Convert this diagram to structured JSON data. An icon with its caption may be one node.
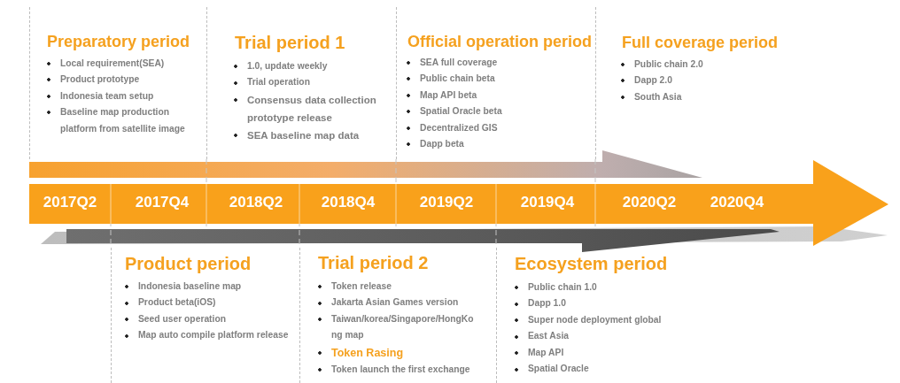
{
  "diagram": {
    "nodes": [
      {
        "text": [
          "Preparatory period",
          "Local requirement(SEA)",
          "Product prototype",
          "Indonesia team setup",
          "Baseline map production platform from satellite image"
        ]
      },
      {
        "text": [
          "Trial period 1",
          "1.0, update weekly",
          "Trial operation",
          "Consensus data collection prototype release",
          "SEA baseline map data"
        ]
      },
      {
        "text": [
          "Official operation period",
          "SEA full coverage",
          "Public chain beta",
          "Map API beta",
          "Spatial Oracle beta",
          "Decentralized GIS",
          "Dapp beta"
        ]
      },
      {
        "text": [
          "Full coverage period",
          "Public chain 2.0",
          "Dapp 2.0",
          "South Asia"
        ]
      },
      {
        "text": [],
        "shape": "arrow"
      },
      {
        "text": [
          "2017Q2"
        ],
        "in": 4
      },
      {
        "text": [
          "2017Q4"
        ],
        "in": 4
      },
      {
        "text": [
          "2018Q2"
        ],
        "in": 4
      },
      {
        "text": [
          "2018Q4"
        ],
        "in": 4
      },
      {
        "text": [
          "2019Q2"
        ],
        "in": 4
      },
      {
        "text": [
          "2019Q4"
        ],
        "in": 4
      },
      {
        "text": [
          "2020Q2"
        ],
        "in": 4
      },
      {
        "text": [
          "2020Q4"
        ],
        "in": 4
      },
      {
        "text": [
          "Product period",
          "Indonesia baseline map",
          "Product beta(iOS)",
          "Seed user operation",
          "Map auto compile platform release"
        ]
      },
      {
        "text": [
          "Trial period 2",
          "Token release",
          "Jakarta Asian Games version",
          "Taiwan/korea/Singapore/HongKong map",
          "Token Rasing",
          "Token launch the first exchange"
        ]
      },
      {
        "text": [
          "Ecosystem period",
          "Public chain 1.0",
          "Dapp 1.0",
          "Super node deployment global",
          "East Asia",
          "Map API",
          "Spatial Oracle"
        ]
      }
    ]
  }
}
